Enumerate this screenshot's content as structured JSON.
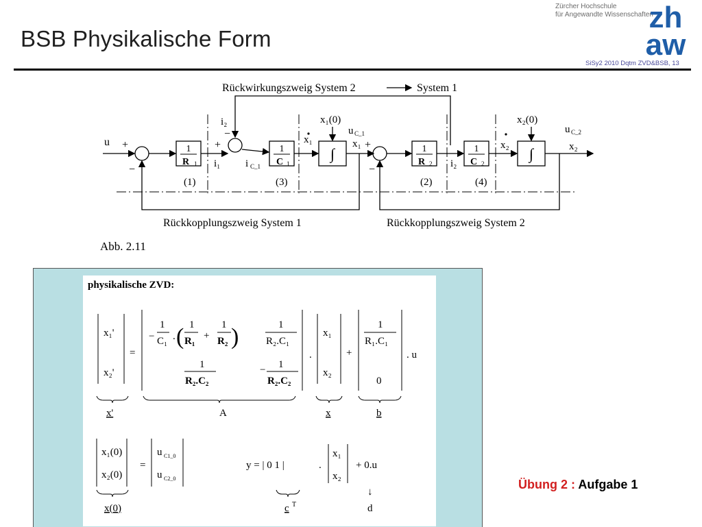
{
  "header": {
    "title": "BSB Physikalische Form",
    "institution_line1": "Zürcher Hochschule",
    "institution_line2": "für Angewandte Wissenschaften",
    "logo_text_top": "zh",
    "logo_text_bottom": "aw",
    "meta": "SiSy2 2010 Dqtm ZVD&BSB, 13"
  },
  "diagram": {
    "top_label": "Rückwirkungszweig System 2",
    "top_label_target": "System 1",
    "input_u": "u",
    "block_1_num": "1",
    "block_1_den": "R",
    "block_1_den_sub": "1",
    "block_3_num": "1",
    "block_3_den": "C",
    "block_3_den_sub": "1",
    "block_2_num": "1",
    "block_2_den": "R",
    "block_2_den_sub": "2",
    "block_4_num": "1",
    "block_4_den": "C",
    "block_4_den_sub": "2",
    "integrator": "∫",
    "tag_1": "(1)",
    "tag_3": "(3)",
    "tag_2": "(2)",
    "tag_4": "(4)",
    "x1_0": "x₁(0)",
    "x2_0": "x₂(0)",
    "uc1": "u",
    "uc1_sub": "C_1",
    "uc2": "u",
    "uc2_sub": "C_2",
    "i1": "i₁",
    "i2_top": "i₂",
    "i2_mid": "i₂",
    "ic1": "i",
    "ic1_sub": "C_1",
    "x1dot": "x₁",
    "x2dot": "x₂",
    "x1_out": "x₁",
    "x2_out": "x₂",
    "fb1_label": "Rückkopplungszweig System 1",
    "fb2_label": "Rückkopplungszweig System 2",
    "plus": "+",
    "minus": "−"
  },
  "figure_caption": "Abb. 2.11",
  "zvd": {
    "title": "physikalische ZVD:",
    "equals": "=",
    "dot": ".",
    "plus": "+",
    "u_term": ". u",
    "xprime_1": "x₁'",
    "xprime_2": "x₂'",
    "a11_one": "1",
    "a11_c": "C₁",
    "a11_r1": "R₁",
    "a11_r2": "R₂",
    "a12_num": "1",
    "a12_den": "R₂.C₁",
    "a21_num": "1",
    "a21_den": "R₂.C₂",
    "a22_num": "1",
    "a22_den": "R₂.C₂",
    "x_1": "x₁",
    "x_2": "x₂",
    "b1_num": "1",
    "b1_den": "R₁.C₁",
    "b2": "0",
    "brace_xprime": "x'",
    "brace_A": "A",
    "brace_x": "x",
    "brace_b": "b",
    "init_x1": "x₁(0)",
    "init_x2": "x₂(0)",
    "init_u1": "u",
    "init_u1_sub": "C1_0",
    "init_u2": "u",
    "init_u2_sub": "C2_0",
    "y_eq": "y  =  |  0    1  |",
    "y_x1": "x₁",
    "y_x2": "x₂",
    "y_d": "+   0.u",
    "brace_x0": "x(0)",
    "brace_cT": "c",
    "brace_cT_sup": "T",
    "arrow_d": "↓",
    "d_label": "d"
  },
  "exercise": {
    "label": "Übung 2 :",
    "task": "Aufgabe 1"
  }
}
